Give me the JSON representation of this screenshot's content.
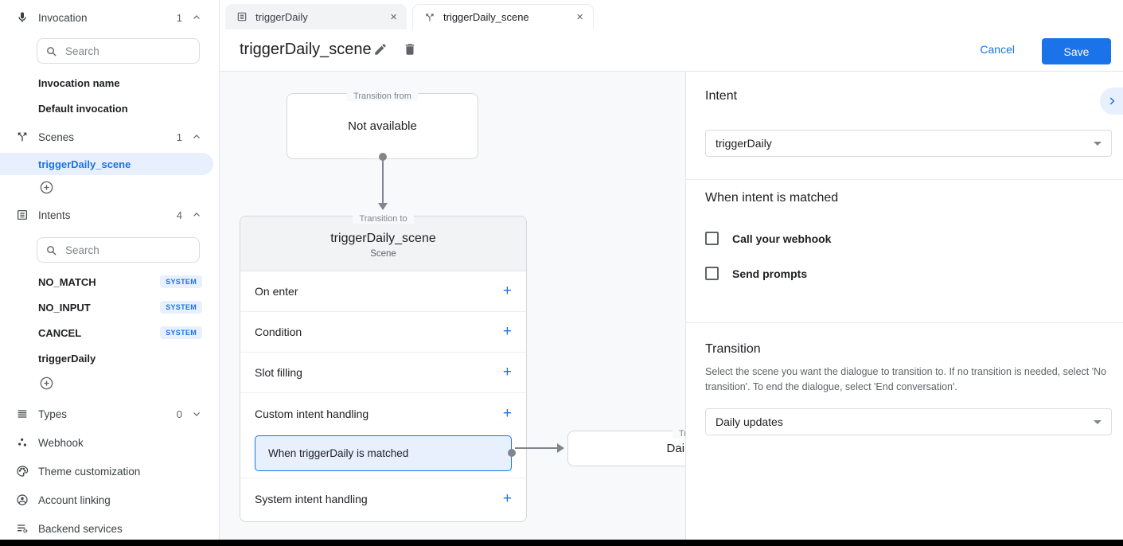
{
  "icons": {
    "plus": "+",
    "close": "×"
  },
  "colors": {
    "accent": "#1a73e8",
    "accent_light": "#e8f0fe",
    "canvas_bg": "#f8f9fa",
    "border": "#dadce0",
    "text_primary": "#202124",
    "text_secondary": "#5f6368"
  },
  "sidebar": {
    "invocation": {
      "label": "Invocation",
      "count": "1",
      "search_placeholder": "Search",
      "items": {
        "0": "Invocation name",
        "1": "Default invocation"
      }
    },
    "scenes": {
      "label": "Scenes",
      "count": "1",
      "selected": "triggerDaily_scene"
    },
    "intents": {
      "label": "Intents",
      "count": "4",
      "search_placeholder": "Search",
      "items": {
        "0": {
          "name": "NO_MATCH",
          "badge": "SYSTEM"
        },
        "1": {
          "name": "NO_INPUT",
          "badge": "SYSTEM"
        },
        "2": {
          "name": "CANCEL",
          "badge": "SYSTEM"
        },
        "3": {
          "name": "triggerDaily",
          "badge": ""
        }
      }
    },
    "types": {
      "label": "Types",
      "count": "0"
    },
    "links": {
      "0": "Webhook",
      "1": "Theme customization",
      "2": "Account linking",
      "3": "Backend services"
    }
  },
  "tabs": {
    "0": {
      "label": "triggerDaily"
    },
    "1": {
      "label": "triggerDaily_scene"
    }
  },
  "header": {
    "title": "triggerDaily_scene",
    "cancel": "Cancel",
    "save": "Save"
  },
  "canvas": {
    "transition_from": {
      "legend": "Transition from",
      "text": "Not available"
    },
    "scene": {
      "legend": "Transition to",
      "title": "triggerDaily_scene",
      "subtitle": "Scene",
      "rows": {
        "0": "On enter",
        "1": "Condition",
        "2": "Slot filling",
        "3": "Custom intent handling",
        "4": "System intent handling"
      },
      "handler": "When triggerDaily is matched"
    },
    "target": {
      "legend": "Transition to",
      "text": "Daily updates"
    }
  },
  "panel": {
    "intent": {
      "heading": "Intent",
      "value": "triggerDaily"
    },
    "matched": {
      "heading": "When intent is matched",
      "checkbox1": "Call your webhook",
      "checkbox2": "Send prompts"
    },
    "transition": {
      "heading": "Transition",
      "description": "Select the scene you want the dialogue to transition to. If no transition is needed, select 'No transition'. To end the dialogue, select 'End conversation'.",
      "value": "Daily updates"
    }
  }
}
